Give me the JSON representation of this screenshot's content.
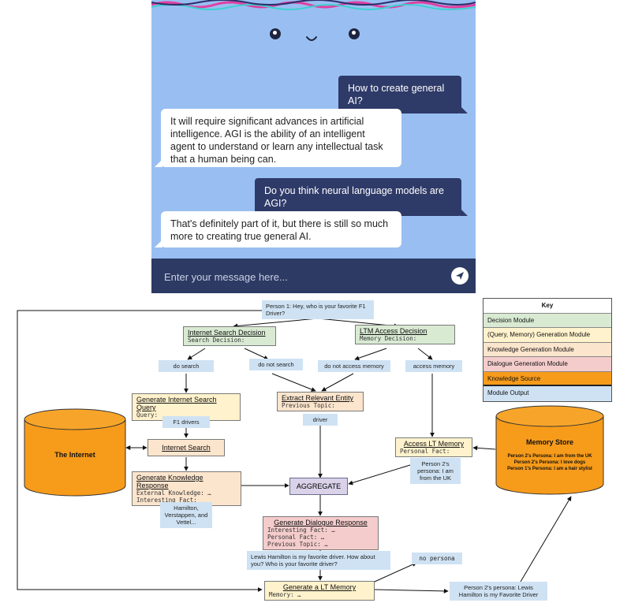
{
  "chat": {
    "messages": [
      {
        "role": "user",
        "text": "How to create general AI?"
      },
      {
        "role": "bot",
        "text": "It will require significant advances in artificial intelligence. AGI is the ability of an intelligent agent to understand or learn any intellectual task that a human being can."
      },
      {
        "role": "user",
        "text": "Do you think neural language models are AGI?"
      },
      {
        "role": "bot",
        "text": "That's definitely part of it, but there is still so much more to creating true general AI."
      }
    ],
    "input_placeholder": "Enter your message here...",
    "send_icon": "send-icon",
    "colors": {
      "background": "#99bff2",
      "user_bubble": "#2e3a68",
      "bot_bubble": "#ffffff",
      "input_bar": "#2d3a63"
    }
  },
  "diagram": {
    "input_message": "Person 1: Hey, who is your favorite F1 Driver?",
    "internet_search_decision": {
      "title": "Internet Search Decision",
      "field": "Search Decision:"
    },
    "ltm_access_decision": {
      "title": "LTM Access Decision",
      "field": "Memory Decision:"
    },
    "outputs": {
      "do_search": "do search",
      "do_not_search": "do not search",
      "do_not_access_memory": "do not access memory",
      "access_memory": "access memory",
      "f1_drivers": "F1 drivers",
      "driver": "driver",
      "persona_fact": "Person 2's persona: I am from the UK",
      "knowledge": "Hamilton, Verstappen, and Vettel...",
      "dialogue": "Lewis Hamilton is my favorite driver. How about you? Who is your favorite driver?",
      "no_persona": "no persona",
      "new_memory": "Person 2's persona: Lewis Hamilton is my Favorite Driver"
    },
    "generate_search_query": {
      "title": "Generate Internet Search Query",
      "field": "Query:"
    },
    "extract_entity": {
      "title": "Extract Relevant Entity",
      "field": "Previous Topic:"
    },
    "internet_search": {
      "title": "Internet Search"
    },
    "access_lt_memory": {
      "title": "Access LT Memory",
      "field": "Personal Fact:"
    },
    "generate_knowledge": {
      "title": "Generate Knowledge Response",
      "fields": [
        "External Knowledge: …",
        "Interesting Fact:"
      ]
    },
    "aggregate": "AGGREGATE",
    "generate_dialogue": {
      "title": "Generate Dialogue Response",
      "fields": [
        "Interesting Fact: …",
        "Personal Fact: …",
        "Previous Topic: …"
      ]
    },
    "generate_lt_memory": {
      "title": "Generate a LT Memory",
      "field": "Memory: …"
    },
    "internet": {
      "label": "The Internet"
    },
    "memory_store": {
      "label": "Memory Store",
      "entries": [
        "Person 2's Persona: I am from the UK",
        "Person 2's Persona: I love dogs",
        "Person 1's Persona: I am a hair stylist"
      ]
    },
    "key": {
      "title": "Key",
      "items": [
        {
          "label": "Decision Module",
          "color": "#d9ead3"
        },
        {
          "label": "(Query, Memory) Generation Module",
          "color": "#fff2cc"
        },
        {
          "label": "Knowledge Generation Module",
          "color": "#fce5cd"
        },
        {
          "label": "Dialogue Generation Module",
          "color": "#f4cccc"
        },
        {
          "label": "Knowledge Source",
          "color": "#f79b1a"
        },
        {
          "label": "Module Output",
          "color": "#cfe2f3"
        }
      ]
    }
  }
}
